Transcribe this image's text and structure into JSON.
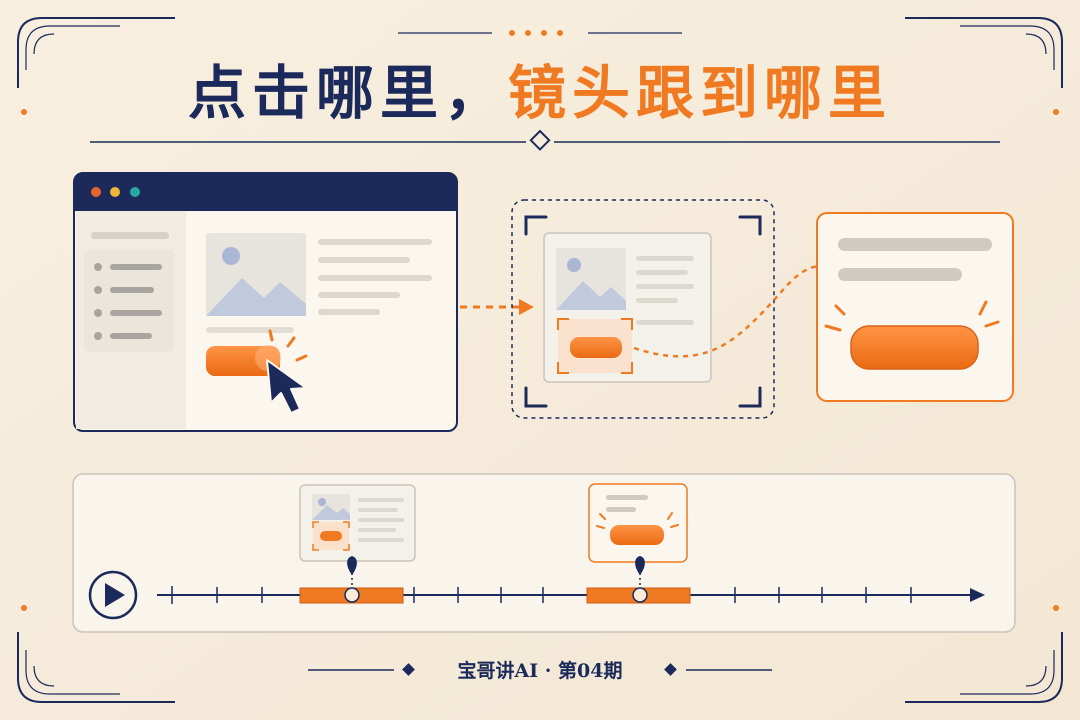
{
  "title": {
    "part1": "点击哪里，",
    "part2": "镜头跟到哪里"
  },
  "footer": {
    "text": "宝哥讲AI · 第04期"
  },
  "colors": {
    "background": "#f6ecdc",
    "navy": "#1b2a5a",
    "orange": "#f07a22",
    "muted_blue": "#aab6d4",
    "gray_line": "#cfcac2",
    "panel": "#fbf7ef",
    "dot_red": "#e8642c",
    "dot_yellow": "#f2b533",
    "dot_teal": "#27a8a4"
  },
  "icons": {
    "cursor": "mouse-pointer-icon",
    "image": "image-placeholder-icon",
    "play": "play-icon",
    "pin": "map-pin-icon",
    "focus": "focus-frame-icon"
  },
  "timeline": {
    "segments": 2,
    "keyframes": 2
  }
}
